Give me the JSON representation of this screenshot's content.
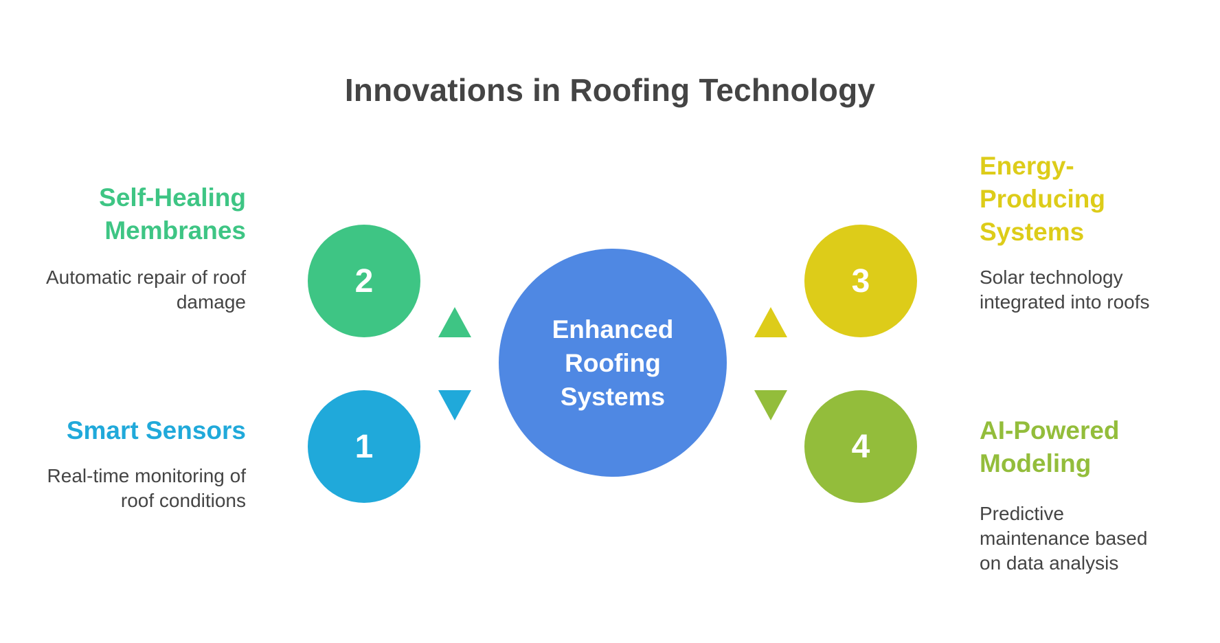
{
  "title": "Innovations in Roofing Technology",
  "center": {
    "label": "Enhanced Roofing Systems",
    "color": "#4f88e3"
  },
  "items": [
    {
      "number": "2",
      "title": "Self-Healing Membranes",
      "description": "Automatic repair of roof damage",
      "color": "#3ec584",
      "side": "left",
      "arrow": "up"
    },
    {
      "number": "1",
      "title": "Smart Sensors",
      "description": "Real-time monitoring of roof conditions",
      "color": "#20a9da",
      "side": "left",
      "arrow": "down"
    },
    {
      "number": "3",
      "title": "Energy-Producing Systems",
      "description": "Solar technology integrated into roofs",
      "color": "#ddcc19",
      "side": "right",
      "arrow": "up"
    },
    {
      "number": "4",
      "title": "AI-Powered Modeling",
      "description": "Predictive maintenance based on data analysis",
      "color": "#93bd3b",
      "side": "right",
      "arrow": "down"
    }
  ]
}
